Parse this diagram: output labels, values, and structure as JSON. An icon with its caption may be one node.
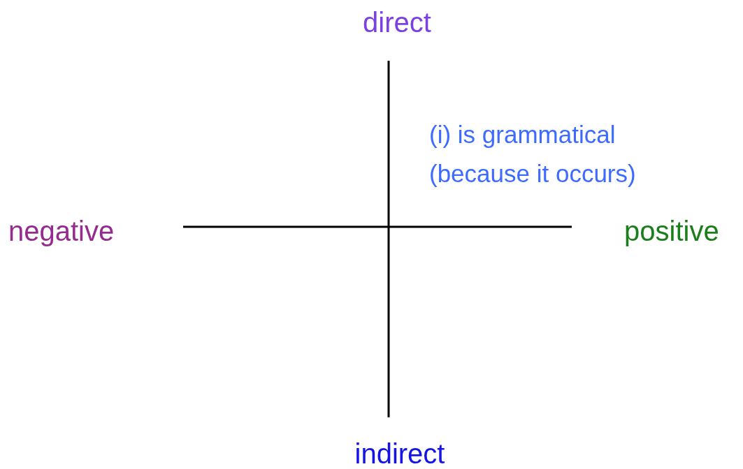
{
  "diagram": {
    "labels": [
      "direct",
      "(i) is grammatical (because it occurs)",
      "negative",
      "positive",
      "indirect"
    ]
  }
}
